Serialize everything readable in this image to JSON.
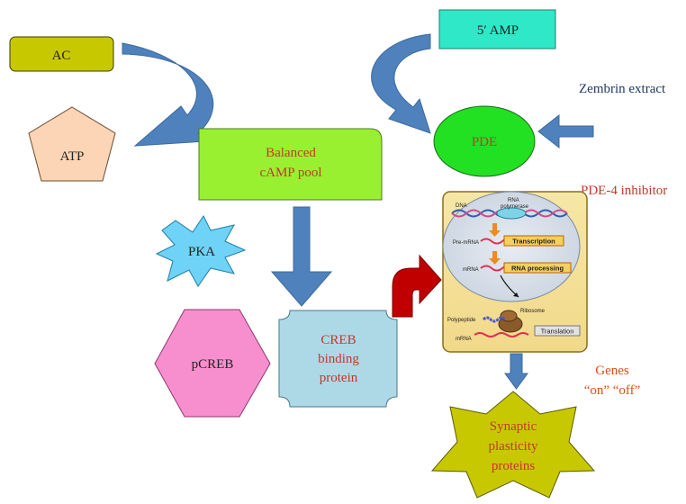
{
  "colors": {
    "arrow_blue": "#4f81bd",
    "arrow_red": "#c00000",
    "red_text": "#c0392b",
    "navy_text": "#1f3864"
  },
  "nodes": {
    "ac": "AC",
    "atp": "ATP",
    "amp5": "5′ AMP",
    "pde": "PDE",
    "zembrin": "Zembrin extract",
    "camp_line1": "Balanced",
    "camp_line2": "cAMP pool",
    "pde4": "PDE-4 inhibitor",
    "pka": "PKA",
    "pcreb": "pCREB",
    "creb_line1": "CREB",
    "creb_line2": "binding",
    "creb_line3": "protein",
    "genes_line1": "Genes",
    "genes_line2": "“on” “off”",
    "syn_line1": "Synaptic",
    "syn_line2": "plasticity",
    "syn_line3": "proteins"
  },
  "cell_panel": {
    "dna": "DNA",
    "rna_pol_line1": "RNA",
    "rna_pol_line2": "polymerase",
    "pre_mrna": "Pre-mRNA",
    "transcription": "Transcription",
    "mrna_top": "mRNA",
    "rna_processing": "RNA processing",
    "ribosome": "Ribosome",
    "polypeptide": "Polypeptide",
    "mrna_bottom": "mRNA",
    "translation": "Translation"
  }
}
